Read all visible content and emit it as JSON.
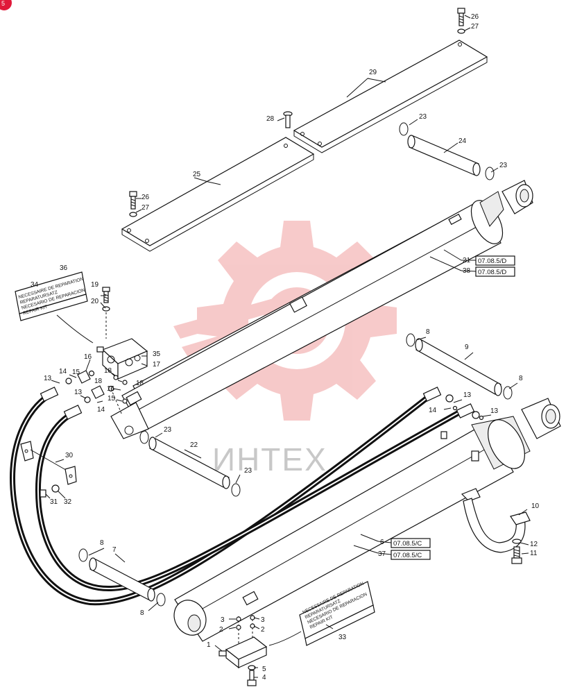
{
  "watermark": {
    "text": "ИНТЕХ",
    "gear_color": "#f4b8b8",
    "text_color": "#c8c8c8"
  },
  "corner_badge": {
    "color": "#e0193a",
    "icon": "brand-badge-icon"
  },
  "repair_kit_labels": {
    "upper": [
      "NECESSAIRE DE REPARATION",
      "REPARATURSATZ",
      "NECESARIO DE REPARACION",
      "REPAIR KIT"
    ],
    "lower": [
      "NECESSAIRE DE REPARATION",
      "REPARATURSATZ",
      "NECESARIO DE REPARACION",
      "REPAIR KIT"
    ]
  },
  "references": {
    "ref_21": "07.08.5/D",
    "ref_38": "07.08.5/D",
    "ref_6": "07.08.5/C",
    "ref_37": "07.08.5/C"
  },
  "callouts": {
    "c26a": "26",
    "c27a": "27",
    "c29": "29",
    "c28": "28",
    "c23a": "23",
    "c24": "24",
    "c23b": "23",
    "c25": "25",
    "c26b": "26",
    "c27b": "27",
    "c21": "21",
    "c38": "38",
    "c36": "36",
    "c34": "34",
    "c19": "19",
    "c20": "20",
    "c35": "35",
    "c17": "17",
    "c16a": "16",
    "c15a": "15",
    "c14a": "14",
    "c13a": "13",
    "c18a": "18",
    "c18b": "18",
    "c16b": "16",
    "c18c": "18",
    "c13b": "13",
    "c15b": "15",
    "c14b": "14",
    "c8a": "8",
    "c9": "9",
    "c8b": "8",
    "c13c": "13",
    "c14c": "14",
    "c13d": "13",
    "c23c": "23",
    "c22": "22",
    "c30": "30",
    "c23d": "23",
    "c31": "31",
    "c32": "32",
    "c10": "10",
    "c6": "6",
    "c37": "37",
    "c12": "12",
    "c11": "11",
    "c8c": "8",
    "c7": "7",
    "c8d": "8",
    "c3a": "3",
    "c2a": "2",
    "c3b": "3",
    "c2b": "2",
    "c1": "1",
    "c33": "33",
    "c5": "5",
    "c4": "4"
  }
}
